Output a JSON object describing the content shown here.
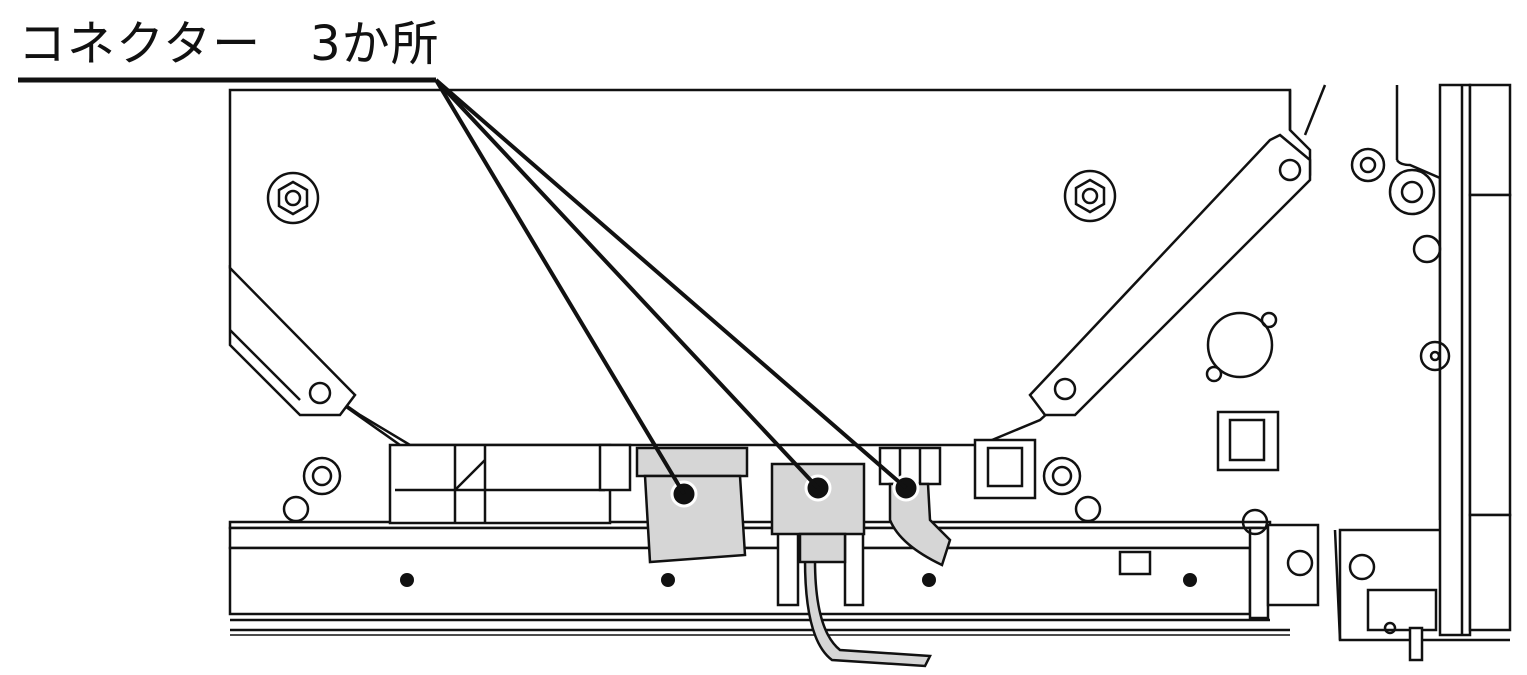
{
  "callout": {
    "label": "コネクター　3か所"
  },
  "connectors": [
    {
      "name": "left-ribbon-connector"
    },
    {
      "name": "center-connector"
    },
    {
      "name": "right-connector"
    }
  ],
  "colors": {
    "line": "#111111",
    "connector_fill": "#d6d6d6",
    "background": "#ffffff"
  }
}
